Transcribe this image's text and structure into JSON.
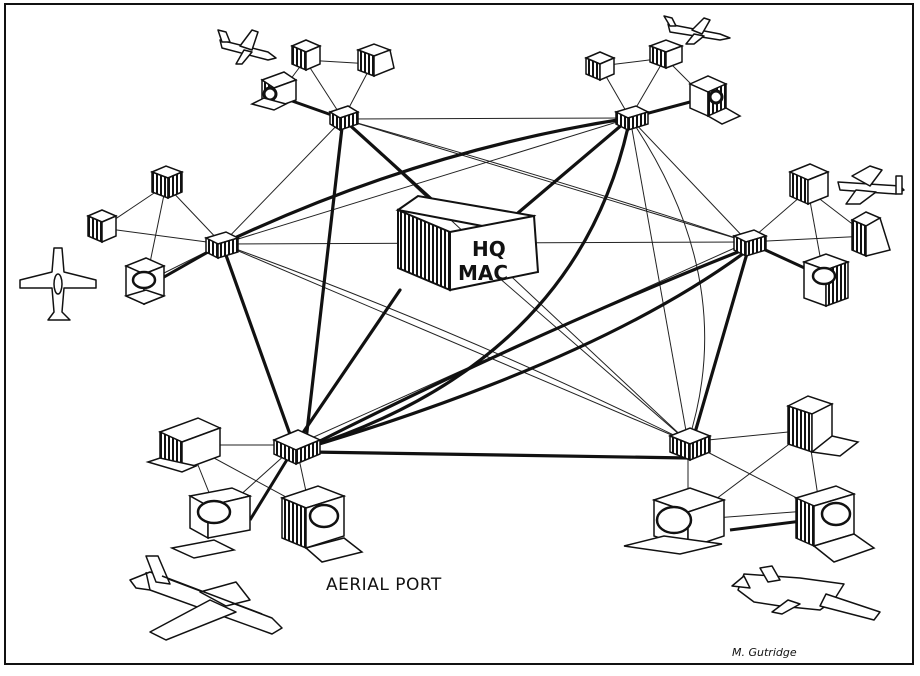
{
  "hub_label_line1": "HQ",
  "hub_label_line2": "MAC",
  "port_caption": "AERIAL PORT",
  "signature": "M. Gutridge",
  "ink_color": "#111111",
  "paper_color": "#ffffff",
  "nodes": {
    "hub": "HQ MAC",
    "switches": [
      "switch-top-left",
      "switch-top-right",
      "switch-left",
      "switch-right",
      "switch-bottom-left",
      "switch-bottom-right"
    ],
    "icons": [
      "airplane-icon",
      "terminal-icon",
      "computer-rack-icon"
    ]
  }
}
